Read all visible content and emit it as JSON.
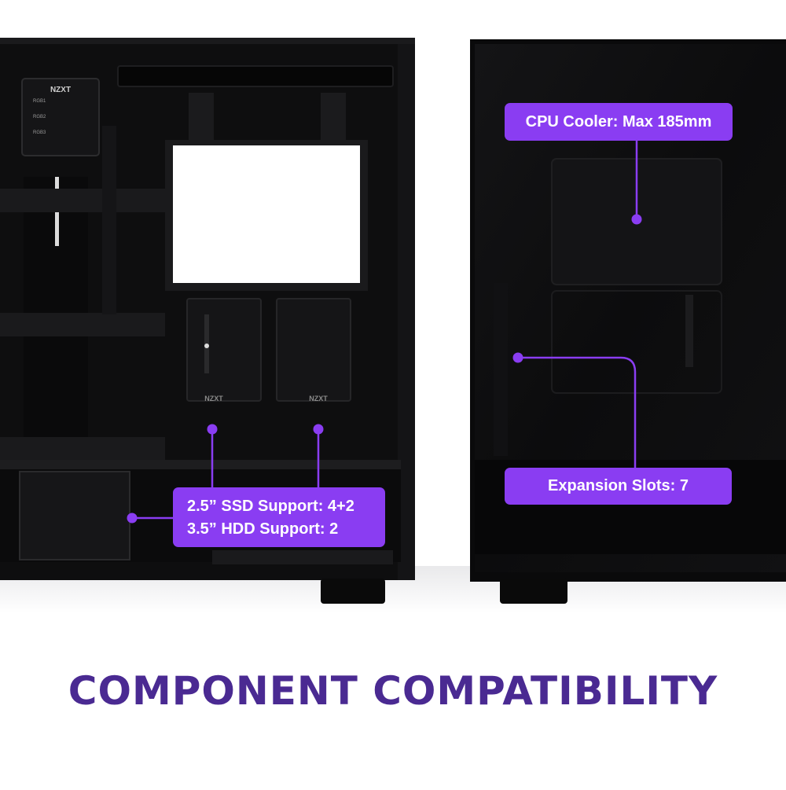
{
  "callouts": {
    "cpu_cooler": "CPU Cooler: Max 185mm",
    "expansion_slots": "Expansion Slots: 7",
    "ssd_support": "2.5” SSD Support: 4+2",
    "hdd_support": "3.5” HDD Support: 2"
  },
  "case_badges": {
    "rear_io_logo": "NZXT",
    "rgb_ports": [
      "RGB1",
      "RGB2",
      "RGB3"
    ],
    "drive_tray_logo_left": "NZXT",
    "drive_tray_logo_right": "NZXT"
  },
  "headline": "COMPONENT COMPATIBILITY",
  "colors": {
    "accent": "#8a3df2",
    "headline": "#4a2a92",
    "case_body": "#0b0b0c",
    "background": "#ffffff"
  }
}
